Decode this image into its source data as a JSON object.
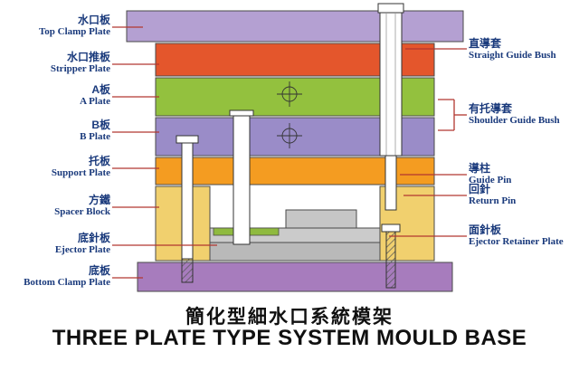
{
  "title": {
    "zh": "簡化型細水口系統模架",
    "en": "THREE PLATE TYPE SYSTEM MOULD BASE"
  },
  "left_labels": [
    {
      "zh": "水口板",
      "en": "Top Clamp Plate"
    },
    {
      "zh": "水口推板",
      "en": "Stripper Plate"
    },
    {
      "zh": "A板",
      "en": "A Plate"
    },
    {
      "zh": "B板",
      "en": "B Plate"
    },
    {
      "zh": "托板",
      "en": "Support Plate"
    },
    {
      "zh": "方鐵",
      "en": "Spacer Block"
    },
    {
      "zh": "底針板",
      "en": "Ejector Plate"
    },
    {
      "zh": "底板",
      "en": "Bottom Clamp Plate"
    }
  ],
  "right_labels": [
    {
      "zh": "直導套",
      "en": "Straight Guide Bush"
    },
    {
      "zh": "有托導套",
      "en": "Shoulder Guide Bush"
    },
    {
      "zh": "導柱",
      "en": "Guide Pin"
    },
    {
      "zh": "回針",
      "en": "Return Pin"
    },
    {
      "zh": "面針板",
      "en": "Ejector Retainer Plate"
    }
  ],
  "colors": {
    "top_clamp_plate": "#b4a0d2",
    "stripper_plate": "#e4562c",
    "a_plate": "#93c13e",
    "b_plate": "#9a8cc8",
    "support_plate": "#f49c21",
    "spacer_block": "#f1d06e",
    "ejector_retainer_plate": "#cbcbcb",
    "ejector_plate": "#b9b9b9",
    "bottom_clamp_plate": "#a77cbd",
    "mid_block": "#c6c6c6",
    "stopper_strip": "#8fba3f",
    "leader_line": "#b23730",
    "label_text": "#1a3a7c",
    "title_text": "#101010"
  }
}
